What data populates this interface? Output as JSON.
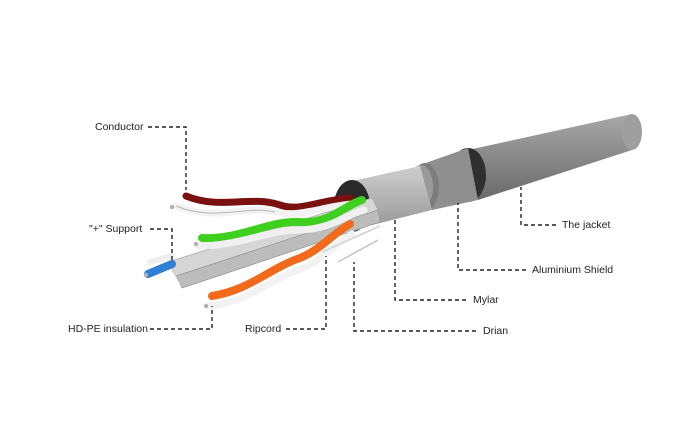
{
  "labels": {
    "conductor": "Conductor",
    "support": "\"+\" Support",
    "hdpe_insulation": "HD-PE insulation",
    "ripcord": "Ripcord",
    "drian": "Drian",
    "mylar": "Mylar",
    "aluminium_shield": "Aluminium Shield",
    "jacket": "The jacket"
  },
  "colors": {
    "jacket": "#8e8e8e",
    "shield_band": "#3a3a3a",
    "mylar": "#b4b4b4",
    "pair_brown": "#7a1010",
    "pair_green": "#3fcf1f",
    "pair_blue": "#2f7fd6",
    "pair_orange": "#f26a1b",
    "support": "#cfcfcf",
    "leader": "#222222"
  }
}
